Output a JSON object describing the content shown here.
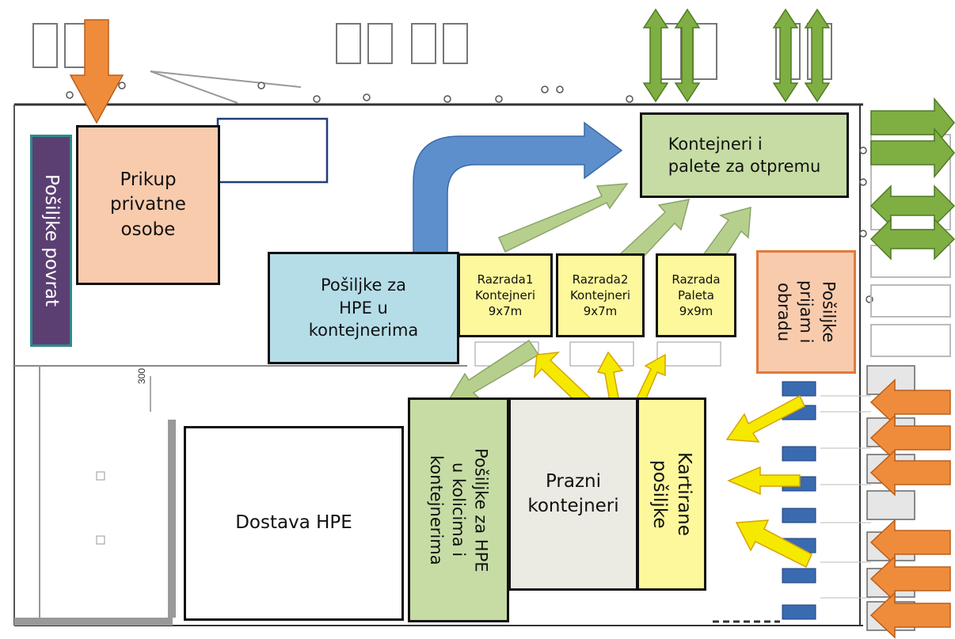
{
  "zones": {
    "povrat": "Pošiljke povrat",
    "prikup": "Prikup\nprivatne\nosobe",
    "hpe_kontejneri": "Pošiljke za\nHPE u\nkontejnerima",
    "razrada1": "Razrada1\nKontejneri\n9x7m",
    "razrada2": "Razrada2\nKontejneri\n9x7m",
    "razrada3": "Razrada\nPaleta\n9x9m",
    "otprema": "Kontejneri i\npalete za otpremu",
    "prijem": "Pošiljke\nprijam i\nobradu",
    "dostava": "Dostava HPE",
    "kolica": "Pošiljke za HPE\nu kolicima i\nkontejnerima",
    "prazni": "Prazni\nkontejneri",
    "kartirane": "Kartirane\npošiljke",
    "dimension": "300"
  },
  "colors": {
    "povrat": "#5b3f73",
    "prikup": "#f9cbad",
    "hpe": "#b5dde8",
    "razrada": "#fdf89c",
    "otprema": "#c6dca4",
    "prijem": "#f9cbad",
    "kolica": "#c6dca4",
    "prazni": "#ecebe3",
    "kartirane": "#fdf89c",
    "arrow_orange": "#ef8c3c",
    "arrow_green": "#7fae42",
    "arrow_lightgreen": "#b6cf8d",
    "arrow_blue": "#5d8fcc",
    "arrow_yellow": "#f5e900",
    "dock_blue": "#3a6bb0"
  }
}
